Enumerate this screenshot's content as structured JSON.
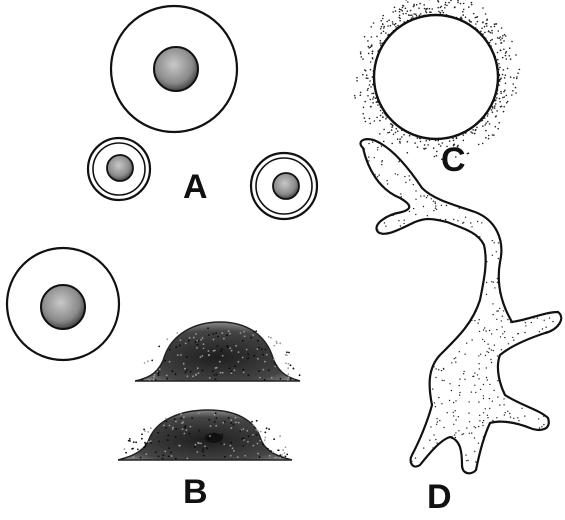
{
  "figure": {
    "panels": [
      {
        "key": "a",
        "label": "A"
      },
      {
        "key": "b",
        "label": "B"
      },
      {
        "key": "c",
        "label": "C"
      },
      {
        "key": "d",
        "label": "D"
      }
    ]
  },
  "colors": {
    "ink": "#111111",
    "nucleus": "#8a8a8a",
    "stipple": "#222222",
    "background": "#ffffff"
  }
}
